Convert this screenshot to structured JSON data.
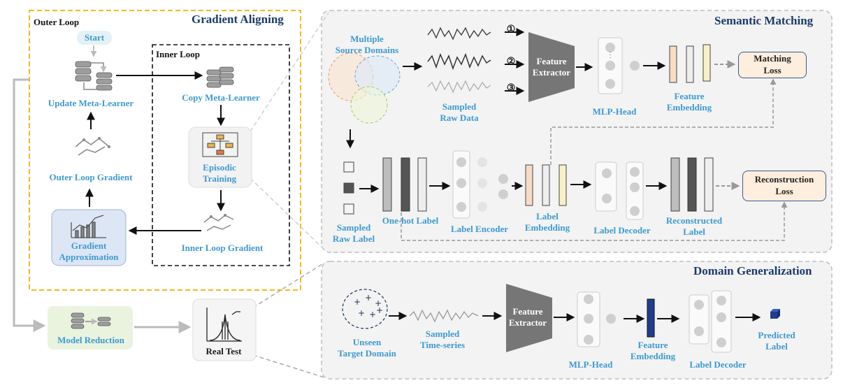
{
  "outer": {
    "gradient_aligning": "Gradient Aligning",
    "outer_loop": "Outer Loop",
    "inner_loop": "Inner Loop",
    "start": "Start",
    "update_meta_learner": "Update Meta-Learner",
    "outer_loop_gradient": "Outer Loop Gradient",
    "gradient_approximation": [
      "Gradient",
      "Approximation"
    ],
    "copy_meta_learner": "Copy Meta-Learner",
    "episodic_training": [
      "Episodic",
      "Training"
    ],
    "inner_loop_gradient": "Inner Loop Gradient",
    "model_reduction": "Model Reduction",
    "real_test": "Real Test"
  },
  "semantic": {
    "title": "Semantic Matching",
    "multiple_source_domains": [
      "Multiple",
      "Source Domains"
    ],
    "sampled_raw_data": [
      "Sampled",
      "Raw Data"
    ],
    "feature_extractor": [
      "Feature",
      "Extractor"
    ],
    "mlp_head": "MLP-Head",
    "feature_embedding": [
      "Feature",
      "Embedding"
    ],
    "matching_loss": [
      "Matching",
      "Loss"
    ],
    "sampled_raw_label": [
      "Sampled",
      "Raw Label"
    ],
    "one_hot_label": "One-hot Label",
    "label_encoder": "Label Encoder",
    "label_embedding": [
      "Label",
      "Embedding"
    ],
    "label_decoder": "Label Decoder",
    "reconstructed_label": [
      "Reconstructed",
      "Label"
    ],
    "reconstruction_loss": [
      "Reconstruction",
      "Loss"
    ],
    "markers": [
      "①",
      "②",
      "③"
    ]
  },
  "domain": {
    "title": "Domain Generalization",
    "unseen_target_domain": [
      "Unseen",
      "Target Domain"
    ],
    "sampled_time_series": [
      "Sampled",
      "Time-series"
    ],
    "feature_extractor": [
      "Feature",
      "Extractor"
    ],
    "mlp_head": "MLP-Head",
    "feature_embedding": [
      "Feature",
      "Embedding"
    ],
    "label_decoder": "Label Decoder",
    "predicted_label": [
      "Predicted",
      "Label"
    ]
  },
  "colors": {
    "accent_blue": "#3d9ad1",
    "title_navy": "#1b3a6b",
    "gold_border": "#f0b820",
    "loss_fill": "#fdeedd",
    "extractor_gray": "#767676",
    "domain_embedding": "#1f3e8f"
  }
}
